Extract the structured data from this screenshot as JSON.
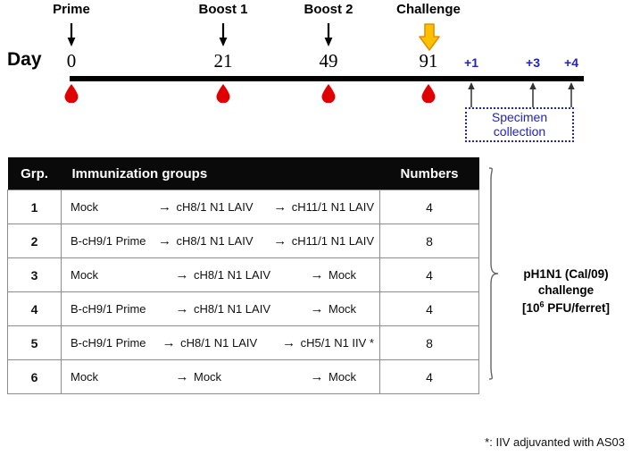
{
  "timeline": {
    "axis_label": "Day",
    "events": [
      {
        "phase": "Prime",
        "day": "0",
        "arrow": "black"
      },
      {
        "phase": "Boost 1",
        "day": "21",
        "arrow": "black"
      },
      {
        "phase": "Boost 2",
        "day": "49",
        "arrow": "black"
      },
      {
        "phase": "Challenge",
        "day": "91",
        "arrow": "orange"
      }
    ],
    "post_challenge_days": [
      "+1",
      "+3",
      "+4"
    ],
    "specimen_box_label_line1": "Specimen",
    "specimen_box_label_line2": "collection",
    "colors": {
      "blood_drop": "#E00000",
      "challenge_arrow": "#FFC000",
      "post_day_text": "#2222CC",
      "axis": "#000000"
    }
  },
  "table": {
    "headers": {
      "group": "Grp.",
      "immunization": "Immunization groups",
      "numbers": "Numbers"
    },
    "arrow_glyph": "→",
    "rows": [
      {
        "grp": "1",
        "step1": "Mock",
        "step2": "cH8/1 N1 LAIV",
        "step3": "cH11/1 N1 LAIV",
        "numbers": "4"
      },
      {
        "grp": "2",
        "step1": "B-cH9/1 Prime",
        "step2": "cH8/1 N1 LAIV",
        "step3": "cH11/1 N1 LAIV",
        "numbers": "8"
      },
      {
        "grp": "3",
        "step1": "Mock",
        "step2": "cH8/1 N1 LAIV",
        "step3": "Mock",
        "numbers": "4"
      },
      {
        "grp": "4",
        "step1": "B-cH9/1 Prime",
        "step2": "cH8/1 N1 LAIV",
        "step3": "Mock",
        "numbers": "4"
      },
      {
        "grp": "5",
        "step1": "B-cH9/1 Prime",
        "step2": "cH8/1 N1 LAIV",
        "step3": "cH5/1 N1 IIV *",
        "numbers": "8"
      },
      {
        "grp": "6",
        "step1": "Mock",
        "step2": "Mock",
        "step3": "Mock",
        "numbers": "4"
      }
    ]
  },
  "challenge_note": {
    "line1": "pH1N1 (Cal/09)",
    "line2": "challenge",
    "line3_prefix": "[10",
    "line3_sup": "6",
    "line3_suffix": " PFU/ferret]"
  },
  "footnote": "*: IIV adjuvanted with AS03"
}
